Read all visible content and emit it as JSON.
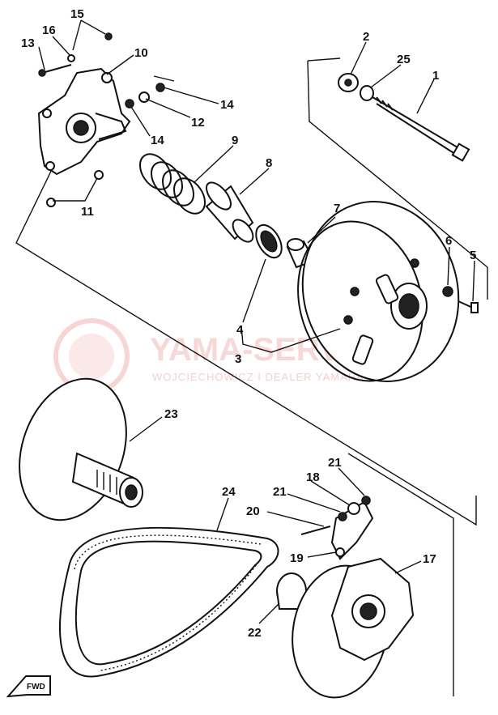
{
  "watermark": {
    "title": "YAMA-SERVIS.PL",
    "subtitle": "WOJCIECHOWICZ I DEALER YAMAHA"
  },
  "direction_marker": "FWD",
  "callouts": {
    "c1": "1",
    "c2": "2",
    "c3": "3",
    "c4": "4",
    "c5": "5",
    "c6": "6",
    "c7": "7",
    "c8": "8",
    "c9": "9",
    "c10": "10",
    "c11": "11",
    "c12": "12",
    "c13": "13",
    "c14a": "14",
    "c14b": "14",
    "c15": "15",
    "c16": "16",
    "c17": "17",
    "c18": "18",
    "c19": "19",
    "c20": "20",
    "c21a": "21",
    "c21b": "21",
    "c22": "22",
    "c23": "23",
    "c24": "24",
    "c25": "25"
  },
  "colors": {
    "ink": "#111111",
    "watermark": "#f2b9b9"
  }
}
